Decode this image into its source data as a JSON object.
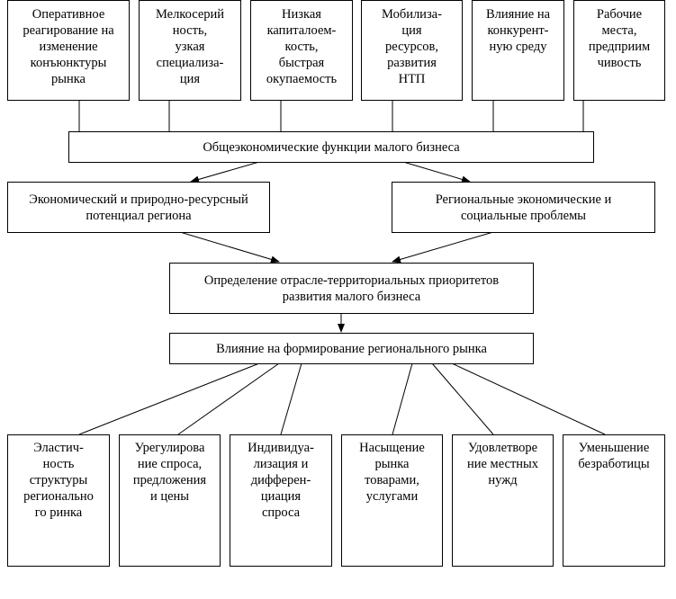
{
  "top_boxes": [
    "Оперативное\nреагирование на\nизменение\nконъюнктуры\nрынка",
    "Мелкосерий\nность,\nузкая\nспециализа-\nция",
    "Низкая\nкапиталоем-\nкость,\nбыстрая\nокупаемость",
    "Мобилиза-\nция\nресурсов,\nразвития\nНТП",
    "Влияние на\nконкурент-\nную среду",
    "Рабочие\nместа,\nпредприим\nчивость"
  ],
  "general_functions": "Общеэкономические функции малого бизнеса",
  "left_middle": "Экономический и природно-ресурсный\nпотенциал региона",
  "right_middle": "Региональные экономические и\nсоциальные проблемы",
  "priorities": "Определение отрасле-территориальных приоритетов\nразвития малого бизнеса",
  "market_influence": "Влияние на формирование регионального рынка",
  "bottom_boxes": [
    "Эластич-\nность\nструктуры\nрегиональнo\nго ринка",
    "Урегулирова\nние спроса,\nпредложения\nи цены",
    "Индивидуа-\nлизация и\nдифферен-\nциация\nспроса",
    "Насыщение\nрынка\nтоварами,\nуслугами",
    "Удовлетворе\nние местных\nнужд",
    "Уменьшение\nбезработицы"
  ]
}
